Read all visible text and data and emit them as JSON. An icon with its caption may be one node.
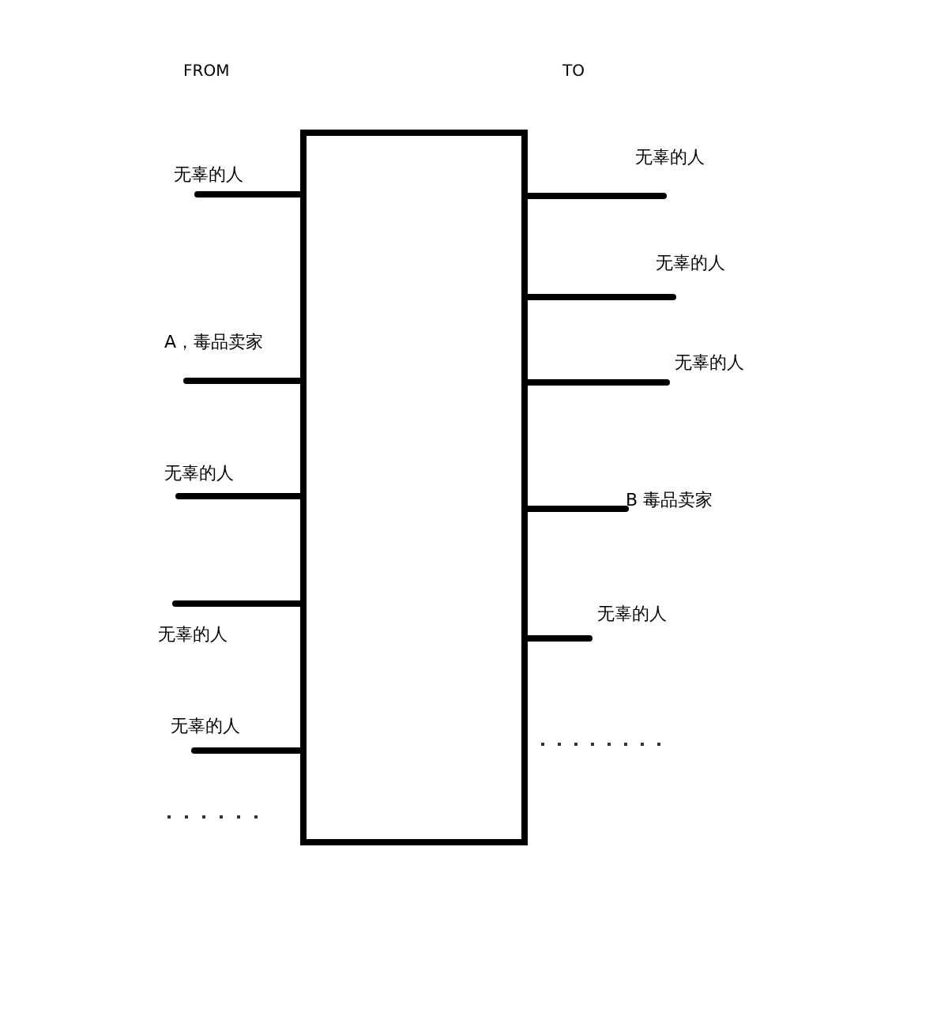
{
  "diagram": {
    "nodes": [
      {
        "text": [],
        "shape": "box"
      },
      {
        "text": [
          "无辜的人"
        ]
      },
      {
        "text": [
          "A，毒品卖家"
        ]
      },
      {
        "text": [
          "无辜的人"
        ]
      },
      {
        "text": [
          "无辜的人"
        ]
      },
      {
        "text": [
          "无辜的人"
        ]
      },
      {
        "text": [
          "无辜的人"
        ]
      },
      {
        "text": [
          "无辜的人"
        ]
      },
      {
        "text": [
          "无辜的人"
        ]
      },
      {
        "text": [
          "B 毒品卖家"
        ]
      },
      {
        "text": [
          "无辜的人"
        ]
      }
    ],
    "edges": [
      {
        "from": 1,
        "to": 0,
        "arrow": "none"
      },
      {
        "from": 2,
        "to": 0,
        "arrow": "none"
      },
      {
        "from": 3,
        "to": 0,
        "arrow": "none"
      },
      {
        "from": 4,
        "to": 0,
        "arrow": "none"
      },
      {
        "from": 5,
        "to": 0,
        "arrow": "none"
      },
      {
        "from": 6,
        "to": 0,
        "arrow": "none"
      },
      {
        "from": 7,
        "to": 0,
        "arrow": "none"
      },
      {
        "from": 8,
        "to": 0,
        "arrow": "none"
      },
      {
        "from": 9,
        "to": 0,
        "arrow": "none"
      },
      {
        "from": 10,
        "to": 0,
        "arrow": "none"
      }
    ],
    "labels": [
      "FROM",
      "TO"
    ]
  }
}
